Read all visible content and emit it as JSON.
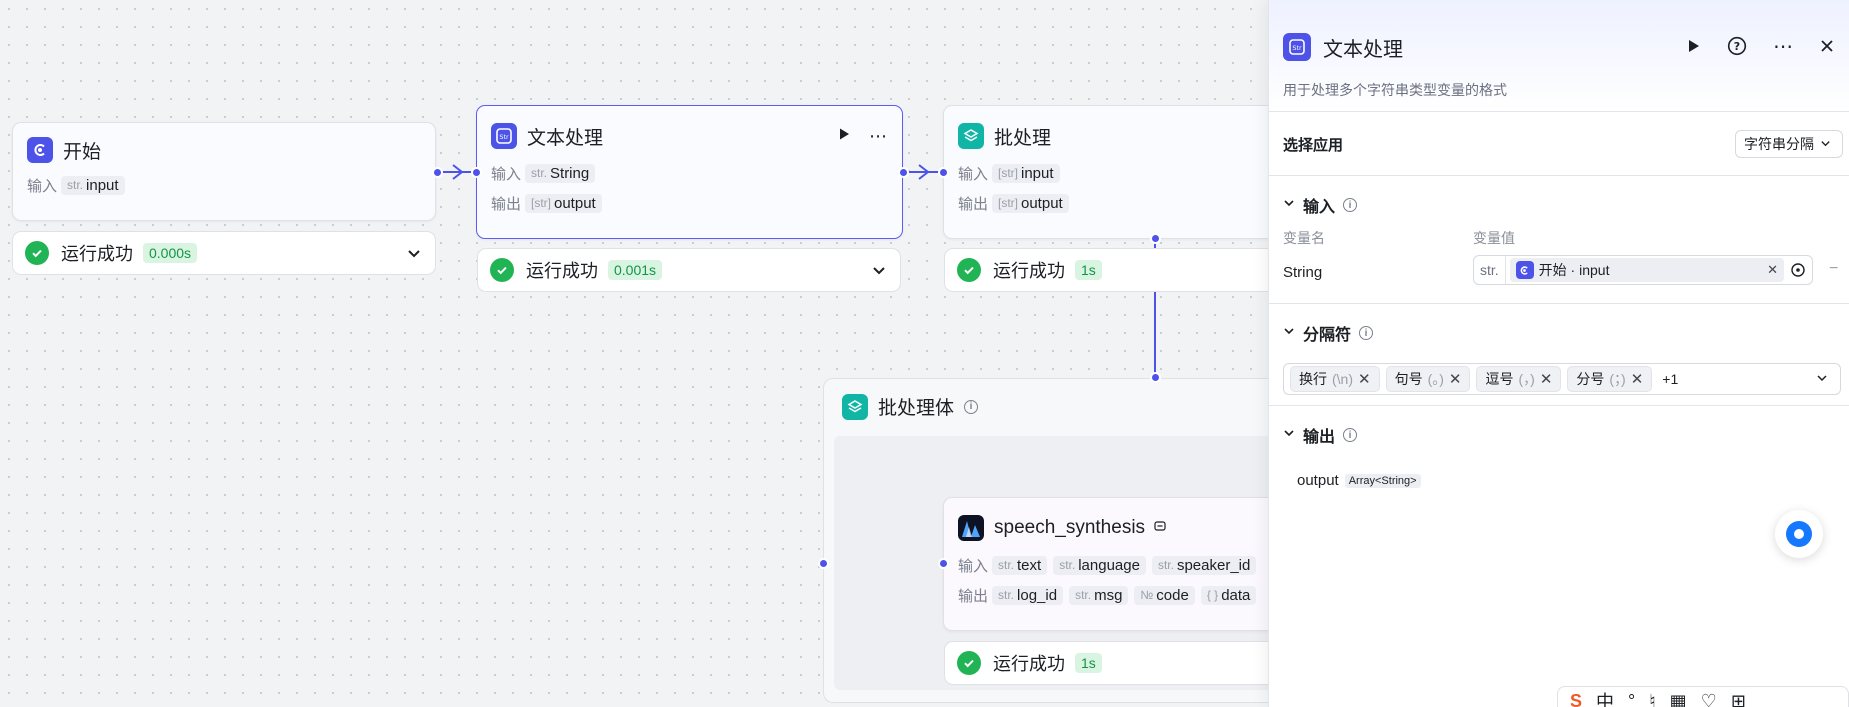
{
  "canvas": {
    "start_node": {
      "title": "开始",
      "input_label": "输入",
      "input_type": "str.",
      "input_name": "input",
      "status_text": "运行成功",
      "status_time": "0.000s"
    },
    "text_node": {
      "title": "文本处理",
      "input_label": "输入",
      "output_label": "输出",
      "input_type": "str.",
      "input_name": "String",
      "output_type": "[str]",
      "output_name": "output",
      "status_text": "运行成功",
      "status_time": "0.001s"
    },
    "batch_node": {
      "title": "批处理",
      "input_label": "输入",
      "output_label": "输出",
      "input_type": "[str]",
      "input_name": "input",
      "output_type": "[str]",
      "output_name": "output",
      "status_text": "运行成功",
      "status_time": "1s"
    },
    "batch_body": {
      "title": "批处理体"
    },
    "speech_node": {
      "title": "speech_synthesis",
      "input_label": "输入",
      "output_label": "输出",
      "inputs": [
        {
          "type": "str.",
          "name": "text"
        },
        {
          "type": "str.",
          "name": "language"
        },
        {
          "type": "str.",
          "name": "speaker_id"
        }
      ],
      "outputs": [
        {
          "type": "str.",
          "name": "log_id"
        },
        {
          "type": "str.",
          "name": "msg"
        },
        {
          "type": "№",
          "name": "code"
        },
        {
          "type": "{ }",
          "name": "data"
        }
      ],
      "status_text": "运行成功",
      "status_time": "1s"
    }
  },
  "panel": {
    "title": "文本处理",
    "description": "用于处理多个字符串类型变量的格式",
    "app_label": "选择应用",
    "app_value": "字符串分隔",
    "input_section": {
      "title": "输入",
      "col_name": "变量名",
      "col_value": "变量值",
      "var_name": "String",
      "var_type": "str.",
      "var_ref": "开始 · input"
    },
    "separator_section": {
      "title": "分隔符",
      "chips": [
        {
          "label": "换行",
          "sym": "(\\n)"
        },
        {
          "label": "句号",
          "sym": "(。)"
        },
        {
          "label": "逗号",
          "sym": "(，)"
        },
        {
          "label": "分号",
          "sym": "(；)"
        }
      ],
      "more": "+1"
    },
    "output_section": {
      "title": "输出",
      "name": "output",
      "type": "Array<String>"
    }
  },
  "ime": {
    "mode": "中"
  },
  "colors": {
    "accent": "#4d53e8",
    "success": "#21b455",
    "teal": "#11b5a6"
  }
}
